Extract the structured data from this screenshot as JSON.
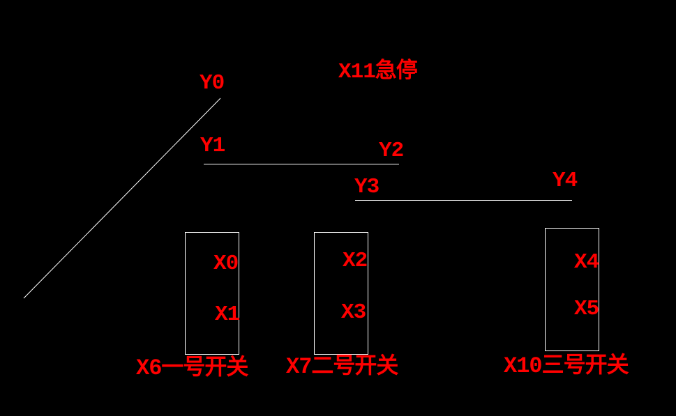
{
  "colors": {
    "background": "#000000",
    "label": "#ff0000",
    "line": "#ffffff"
  },
  "labels": {
    "y0": "Y0",
    "x11": "X11急停",
    "y1": "Y1",
    "y2": "Y2",
    "y3": "Y3",
    "y4": "Y4",
    "x0": "X0",
    "x1": "X1",
    "x2": "X2",
    "x3": "X3",
    "x4": "X4",
    "x5": "X5",
    "switch1": "X6一号开关",
    "switch2": "X7二号开关",
    "switch3": "X10三号开关"
  }
}
